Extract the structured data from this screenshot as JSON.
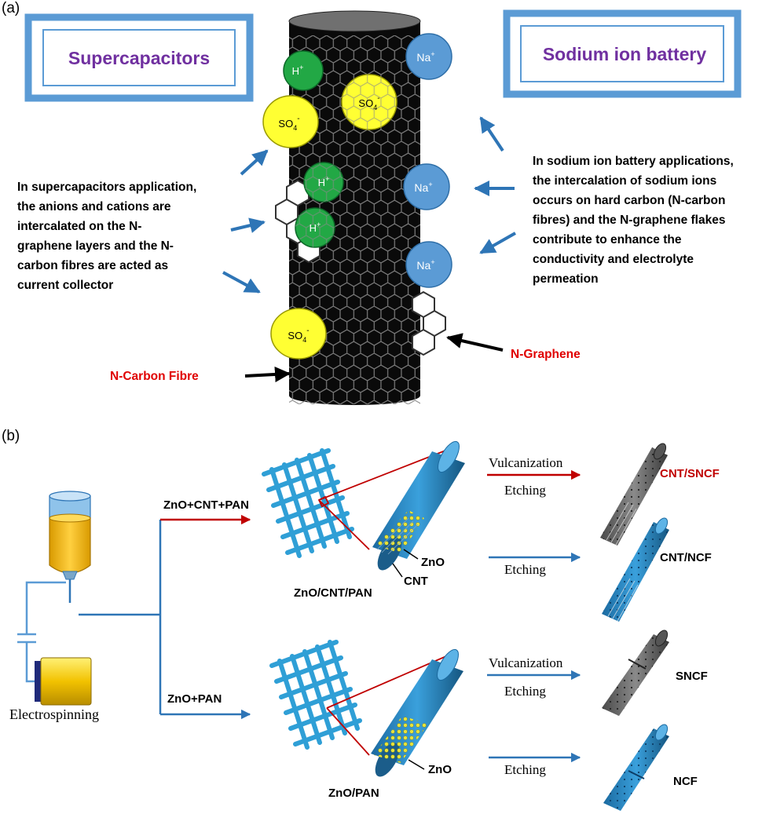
{
  "panel_a": {
    "label": "(a)",
    "box_left_title": "Supercapacitors",
    "box_right_title": "Sodium ion battery",
    "left_text": [
      "In supercapacitors application,",
      "the anions and cations are",
      "intercalated on the N-",
      "graphene layers and the N-",
      "carbon fibres are acted as",
      "current collector"
    ],
    "right_text": [
      "In sodium ion battery applications,",
      "the intercalation of sodium ions",
      "occurs on hard carbon (N-carbon",
      "fibres) and the N-graphene flakes",
      "contribute to enhance the",
      "conductivity and electrolyte",
      "permeation"
    ],
    "ions": {
      "h": "H",
      "h_sup": "+",
      "so4": "SO",
      "so4_sub": "4",
      "so4_sup": "-",
      "na": "Na",
      "na_sup": "+"
    },
    "label_fibre": "N-Carbon Fibre",
    "label_graphene": "N-Graphene"
  },
  "panel_b": {
    "label": "(b)",
    "electrospinning": "Electrospinning",
    "route_top": "ZnO+CNT+PAN",
    "route_bottom": "ZnO+PAN",
    "mat_top": "ZnO/CNT/PAN",
    "mat_bottom": "ZnO/PAN",
    "zno": "ZnO",
    "cnt": "CNT",
    "vulcanization": "Vulcanization",
    "etching": "Etching",
    "products": [
      "CNT/SNCF",
      "CNT/NCF",
      "SNCF",
      "NCF"
    ]
  },
  "colors": {
    "box_border": "#5b9bd5",
    "title_purple": "#7030a0",
    "arrow_blue": "#2e75b6",
    "arrow_red": "#c00000",
    "label_red": "#e00000",
    "h_green": "#22a845",
    "so4_yellow": "#ffff33",
    "na_blue": "#5b9bd5",
    "fibre_black": "#0a0a0a",
    "mesh_blue": "#2f9fd6",
    "product_grey": "#6d6d6d",
    "product_blue": "#3a9bd6",
    "syringe_liquid": "#f0b800"
  }
}
